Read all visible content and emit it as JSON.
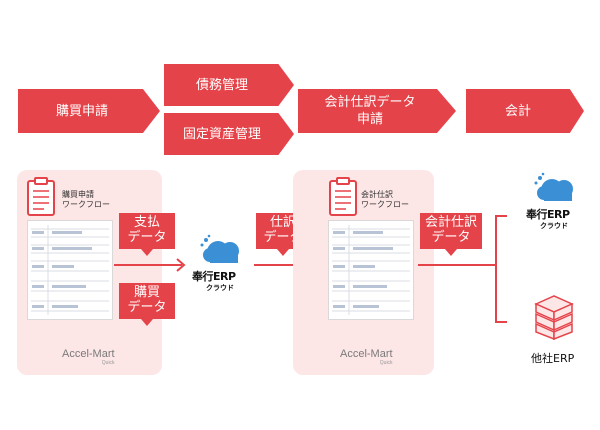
{
  "steps": {
    "purchase_request": "購買申請",
    "debt_management": "債務管理",
    "fixed_asset_management": "固定資産管理",
    "accounting_data_request": "会計仕訳データ\n申請",
    "accounting": "会計"
  },
  "left_panel": {
    "workflow_label": "購買申請\nワークフロー",
    "brand": "Accel-Mart",
    "brand_sub": "Quick"
  },
  "right_panel": {
    "workflow_label": "会計仕訳\nワークフロー",
    "brand": "Accel-Mart",
    "brand_sub": "Quick"
  },
  "tags": {
    "payment_data": "支払\nデータ",
    "purchase_data": "購買\nデータ",
    "journal_data": "仕訳\nデータ",
    "accounting_journal_data": "会計仕訳\nデータ"
  },
  "erp_logo": {
    "main": "奉行ERP",
    "sub": "クラウド"
  },
  "other_erp": "他社ERP",
  "colors": {
    "accent": "#e5434a",
    "panel": "#fde6e6"
  }
}
